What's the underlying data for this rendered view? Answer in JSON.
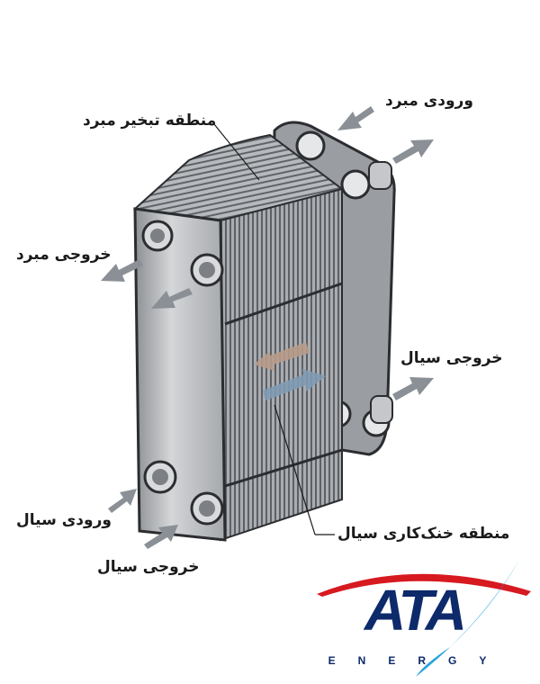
{
  "labels": {
    "refrigerant_inlet": "ورودی مبرد",
    "refrigerant_evaporation_zone": "منطقه تبخیر مبرد",
    "refrigerant_outlet": "خروجی مبرد",
    "fluid_outlet_right": "خروجی سیال",
    "fluid_cooling_zone": "منطقه خنک‌کاری سیال",
    "fluid_inlet": "ورودی سیال",
    "fluid_outlet_bottom": "خروجی سیال"
  },
  "logo": {
    "name": "ATA",
    "sub": "ENERGY",
    "colors": {
      "navy": "#0d2a6b",
      "red": "#d71920",
      "blue": "#29a3dc"
    }
  },
  "colors": {
    "arrow": "#8a9096",
    "plate": "#b9bcc0",
    "dark": "#3a3d42"
  }
}
